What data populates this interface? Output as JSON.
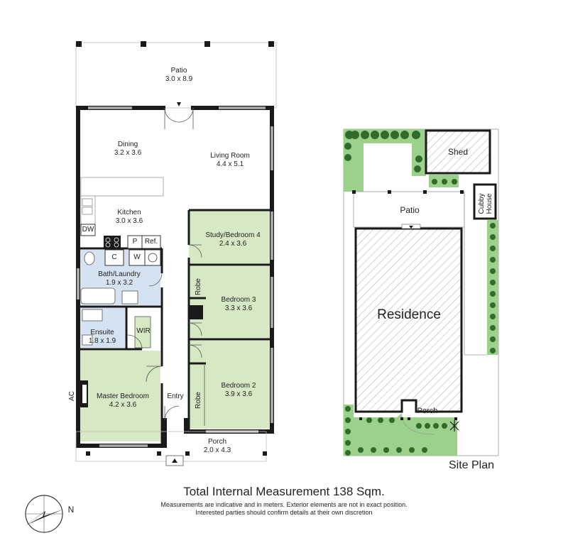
{
  "colors": {
    "wall": "#1a1a1a",
    "bedroom": "#d6e8c4",
    "wet_area": "#d4e2f1",
    "garden": "#9cd18c",
    "shrub": "#2f6b2a",
    "hatch": "#9a9a9a"
  },
  "floor_plan": {
    "rooms": [
      {
        "name": "Patio",
        "dim": "3.0 x 8.9"
      },
      {
        "name": "Dining",
        "dim": "3.2 x 3.6"
      },
      {
        "name": "Living Room",
        "dim": "4.4 x 5.1"
      },
      {
        "name": "Kitchen",
        "dim": "3.0 x 3.6"
      },
      {
        "name": "Study/Bedroom 4",
        "dim": "2.4 x 3.6"
      },
      {
        "name": "Bath/Laundry",
        "dim": "1.9 x 3.2"
      },
      {
        "name": "Bedroom 3",
        "dim": "3.3 x 3.6"
      },
      {
        "name": "Ensuite",
        "dim": "1.8 x 1.9"
      },
      {
        "name": "Bedroom 2",
        "dim": "3.9 x 3.6"
      },
      {
        "name": "Master Bedroom",
        "dim": "4.2 x 3.6"
      },
      {
        "name": "Porch",
        "dim": "2.0 x 4.3"
      }
    ],
    "labels": {
      "dw": "DW",
      "c": "C",
      "p": "P",
      "ref": "Ref.",
      "w": "W",
      "robe": "Robe",
      "wir": "WIR",
      "entry": "Entry",
      "ac": "AC"
    }
  },
  "site_plan": {
    "title": "Site Plan",
    "shed": "Shed",
    "cubby": [
      "Cubby",
      "House"
    ],
    "patio": "Patio",
    "residence": "Residence",
    "porch": "Porch"
  },
  "footer": {
    "total": "Total Internal Measurement 138 Sqm.",
    "note1": "Measurements are indicative and in meters. Exterior elements are not in exact position.",
    "note2": "Interested parties should confirm details at their own discretion"
  },
  "compass": {
    "label": "N"
  }
}
